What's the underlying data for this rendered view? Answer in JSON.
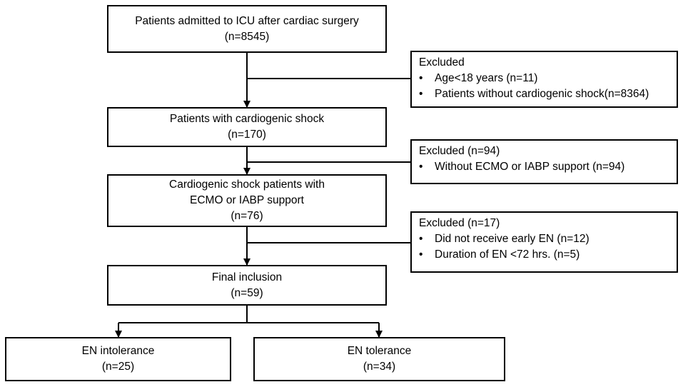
{
  "flow": {
    "step1": {
      "line1": "Patients admitted to ICU after cardiac surgery",
      "line2": "(n=8545)"
    },
    "excluded1": {
      "title": "Excluded",
      "items": [
        "Age<18 years (n=11)",
        "Patients without cardiogenic shock(n=8364)"
      ]
    },
    "step2": {
      "line1": "Patients with cardiogenic shock",
      "line2": "(n=170)"
    },
    "excluded2": {
      "title": "Excluded (n=94)",
      "items": [
        "Without ECMO or IABP support (n=94)"
      ]
    },
    "step3": {
      "line1": "Cardiogenic shock patients with",
      "line2": "ECMO or IABP support",
      "line3": "(n=76)"
    },
    "excluded3": {
      "title": "Excluded (n=17)",
      "items": [
        "Did not receive early EN (n=12)",
        "Duration of EN <72 hrs. (n=5)"
      ]
    },
    "step4": {
      "line1": "Final inclusion",
      "line2": "(n=59)"
    },
    "group_left": {
      "line1": "EN intolerance",
      "line2": "(n=25)"
    },
    "group_right": {
      "line1": "EN tolerance",
      "line2": "(n=34)"
    }
  },
  "bullet_symbol": "•"
}
